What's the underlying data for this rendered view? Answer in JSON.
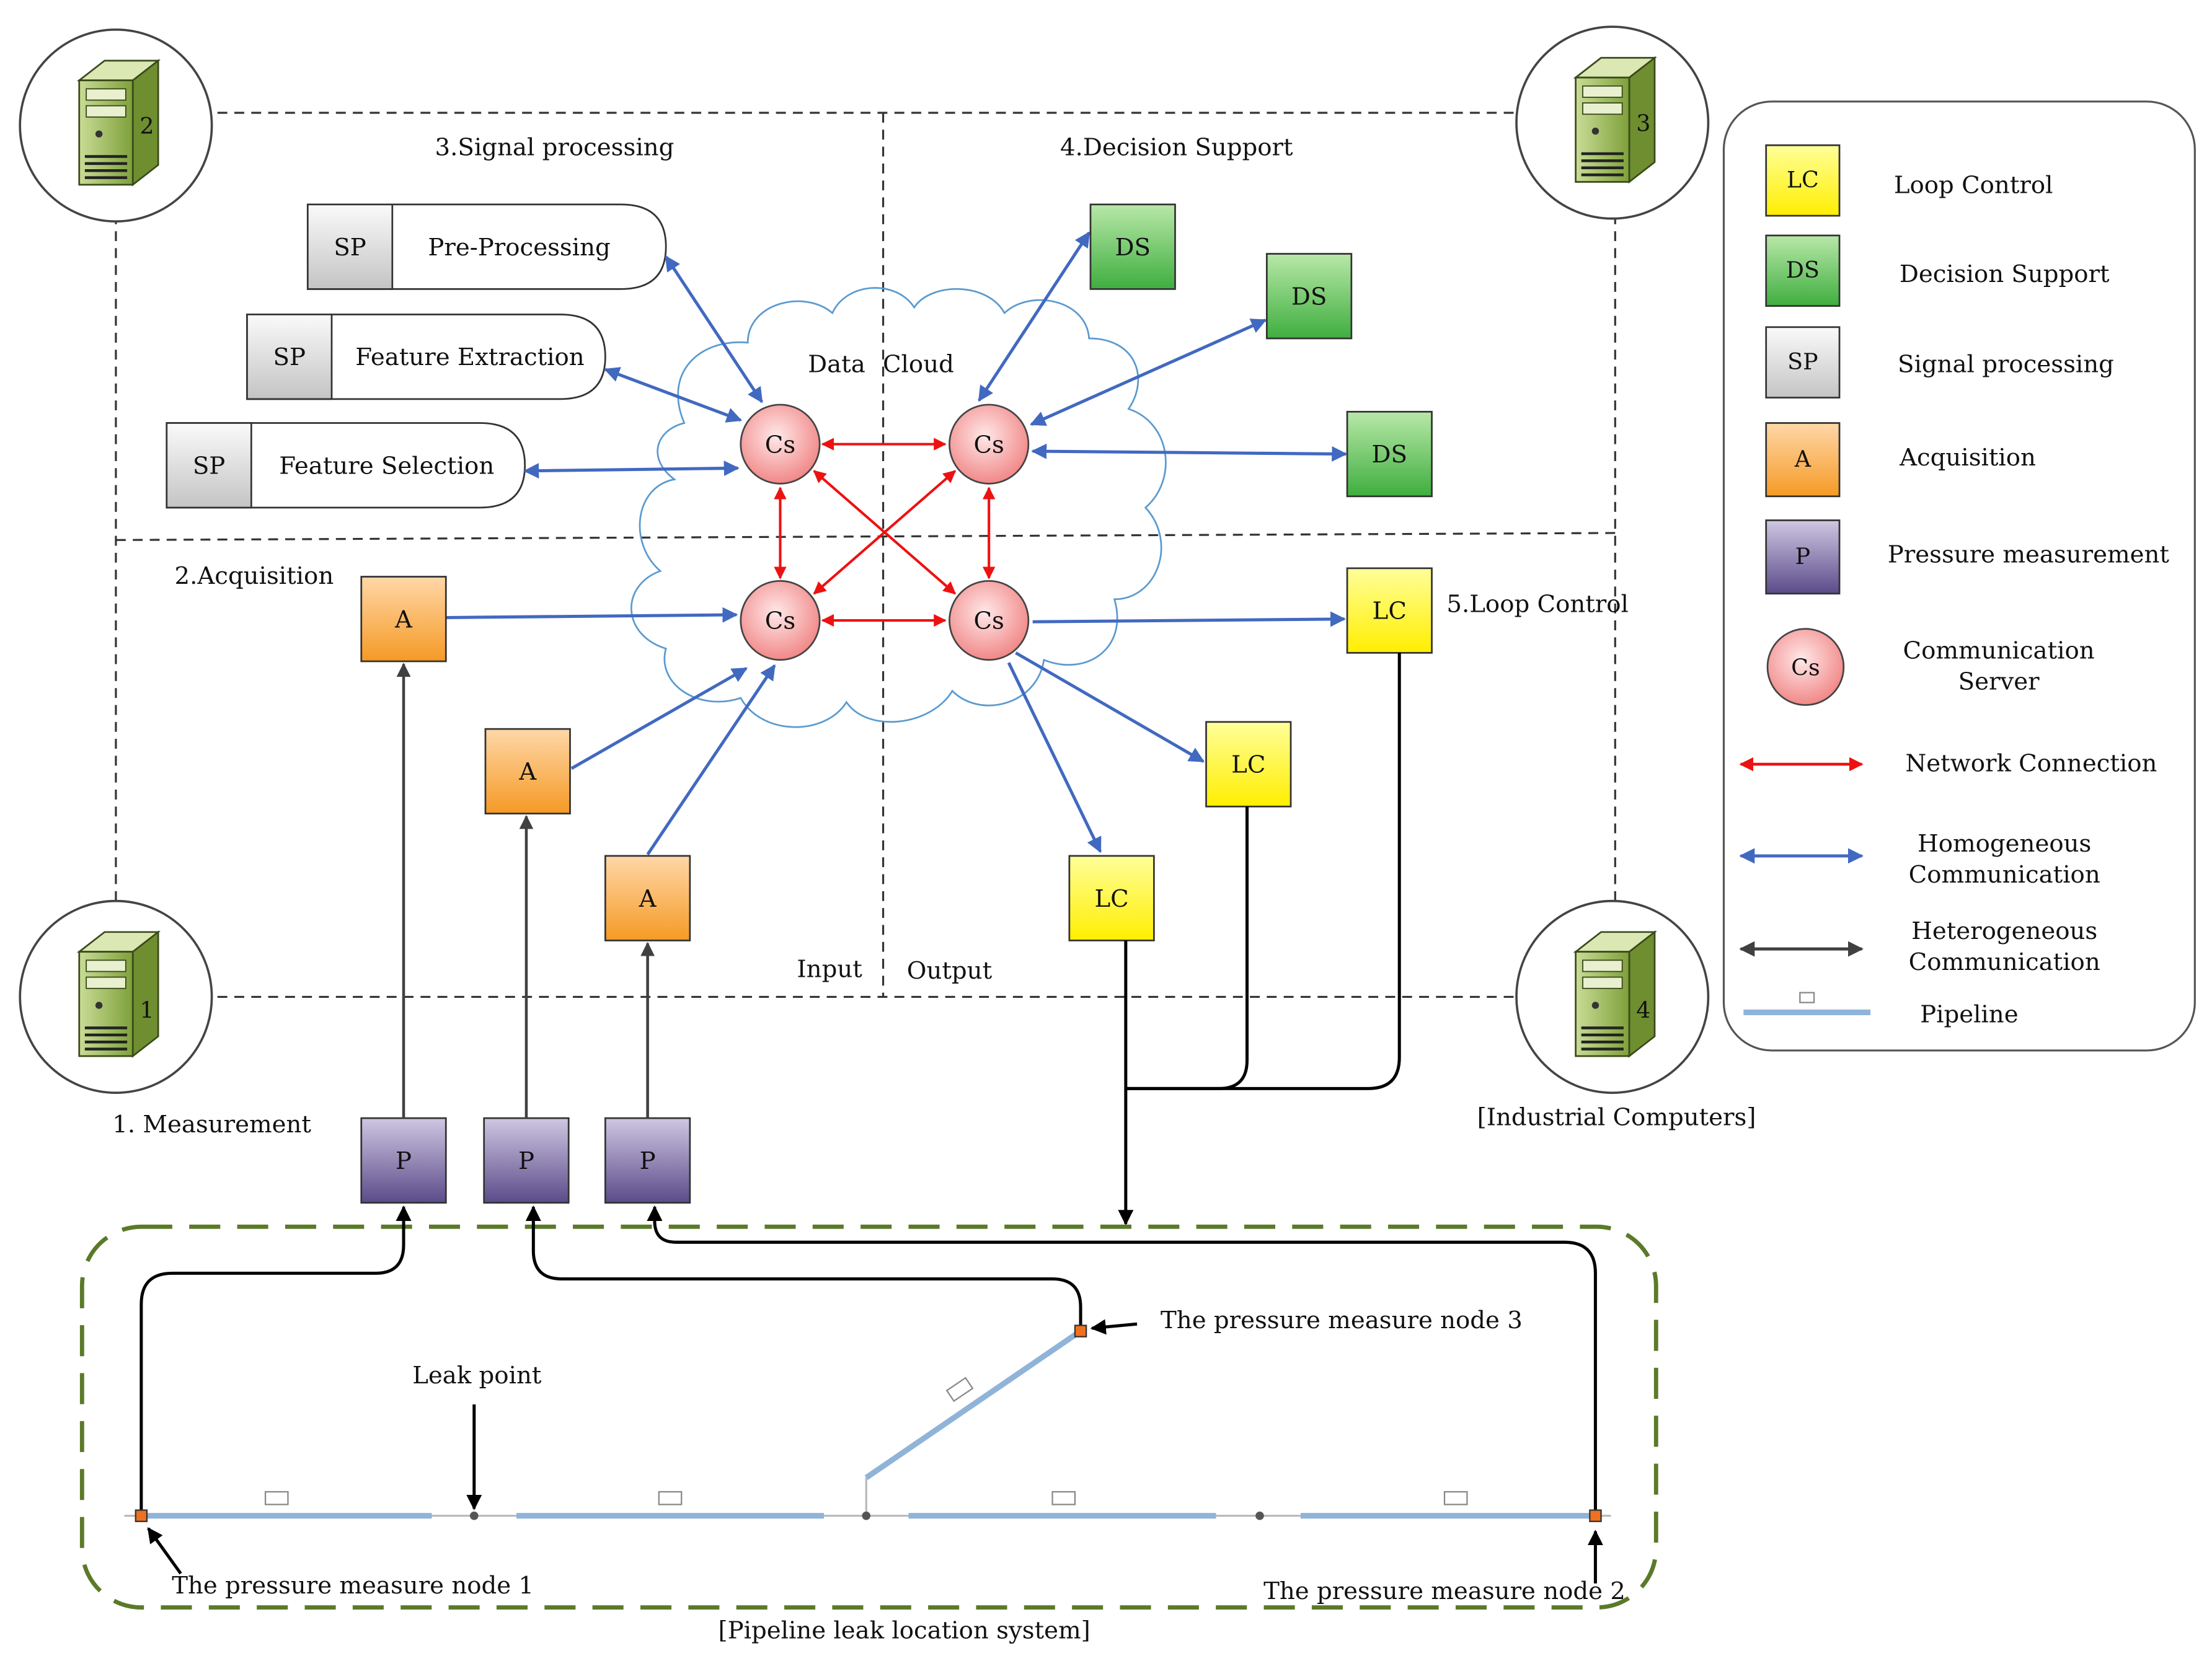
{
  "zones": {
    "signal_processing": "3.Signal processing",
    "decision_support": "4.Decision Support",
    "acquisition": "2.Acquisition",
    "loop_control": "5.Loop Control",
    "measurement": "1. Measurement",
    "data_cloud_left": "Data",
    "data_cloud_right": "Cloud",
    "input": "Input",
    "output": "Output"
  },
  "servers": [
    {
      "id": "server-2",
      "label": "2"
    },
    {
      "id": "server-3",
      "label": "3"
    },
    {
      "id": "server-1",
      "label": "1"
    },
    {
      "id": "server-4",
      "label": "4"
    }
  ],
  "industrial_computers": "[Industrial Computers]",
  "sp_blocks": [
    {
      "tag": "SP",
      "label": "Pre-Processing"
    },
    {
      "tag": "SP",
      "label": "Feature Extraction"
    },
    {
      "tag": "SP",
      "label": "Feature Selection"
    }
  ],
  "node_labels": {
    "cs": "Cs",
    "ds": "DS",
    "lc": "LC",
    "a": "A",
    "p": "P"
  },
  "pipeline": {
    "caption": "[Pipeline leak location system]",
    "leak_point": "Leak point",
    "node1": "The pressure measure node 1",
    "node2": "The pressure measure node 2",
    "node3": "The pressure measure node 3"
  },
  "legend": [
    {
      "key": "lc",
      "symbol": "LC",
      "label": "Loop Control"
    },
    {
      "key": "ds",
      "symbol": "DS",
      "label": "Decision Support"
    },
    {
      "key": "sp",
      "symbol": "SP",
      "label": "Signal processing"
    },
    {
      "key": "a",
      "symbol": "A",
      "label": "Acquisition"
    },
    {
      "key": "p",
      "symbol": "P",
      "label": "Pressure measurement"
    },
    {
      "key": "cs",
      "symbol": "Cs",
      "label_line1": "Communication",
      "label_line2": "Server"
    },
    {
      "key": "network",
      "label": "Network Connection"
    },
    {
      "key": "homogeneous",
      "label_line1": "Homogeneous",
      "label_line2": "Communication"
    },
    {
      "key": "heterogeneous",
      "label_line1": "Heterogeneous",
      "label_line2": "Communication"
    },
    {
      "key": "pipeline",
      "label": "Pipeline"
    }
  ],
  "colors": {
    "network": "#ee1111",
    "homogeneous": "#4169c0",
    "heterogeneous": "#404040",
    "loop_control": "#ffff00",
    "decision_support": "#50c050",
    "acquisition": "#f5a030",
    "pressure": "#605090",
    "pipeline_border": "#5a7a28",
    "pipe": "#8fb4d8"
  }
}
